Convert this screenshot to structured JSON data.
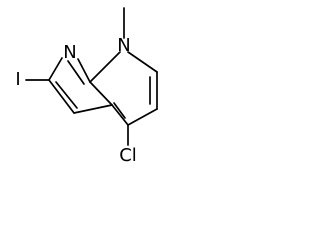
{
  "molecule": {
    "atoms": {
      "n_pyrrole": "N",
      "n_pyridine": "N",
      "iodo": "I",
      "chloro": "Cl"
    }
  }
}
